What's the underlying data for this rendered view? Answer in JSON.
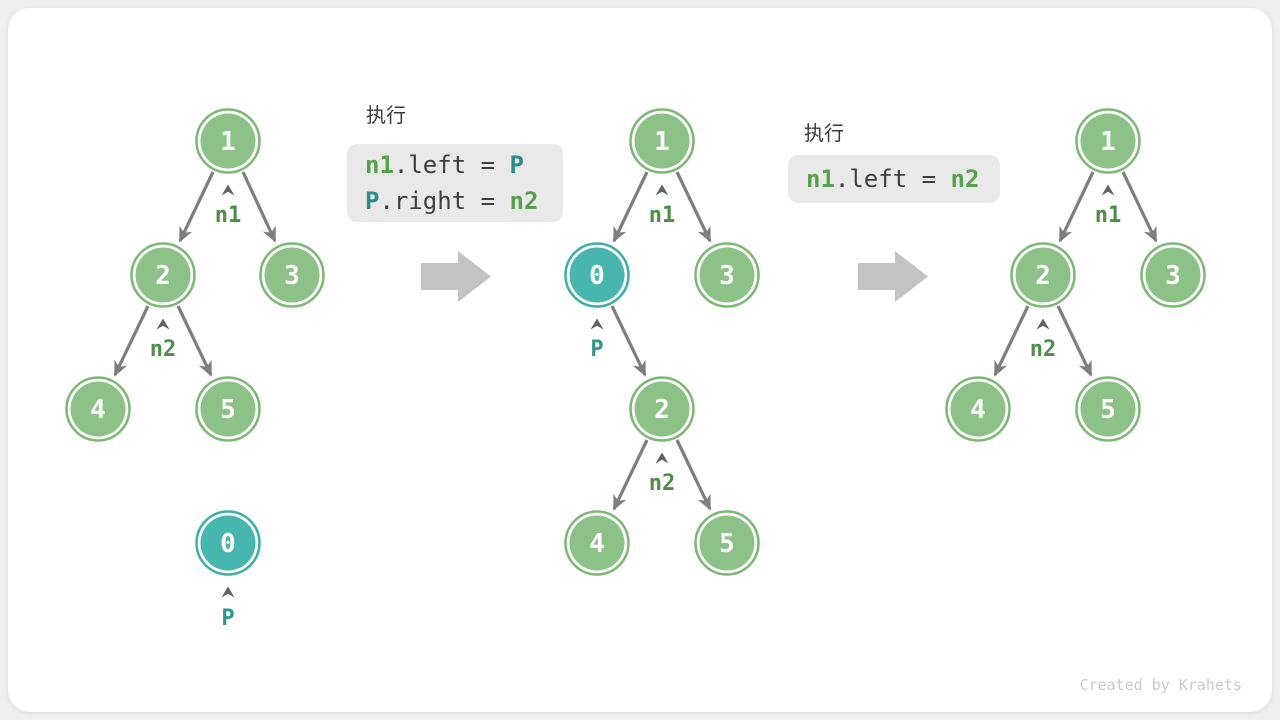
{
  "watermark": "Created by Krahets",
  "colors": {
    "node_green_fill": "#8cc287",
    "node_green_stroke": "#7cb874",
    "node_teal_fill": "#47b6af",
    "node_teal_stroke": "#3cafa8",
    "pointer_label_green": "#4e8f46",
    "pointer_label_teal": "#2f968f",
    "code_green": "#57a14e",
    "code_teal": "#2e8b8d",
    "edge_gray": "#7e7e7e",
    "big_arrow_gray": "#c3c3c3",
    "code_box_bg": "#e9e9e9"
  },
  "code_blocks": {
    "first": {
      "label": "执行",
      "line1": {
        "var1": "n1",
        "op": ".left = ",
        "var2": "P"
      },
      "line2": {
        "var1": "P",
        "op": ".right = ",
        "var2": "n2"
      }
    },
    "second": {
      "label": "执行",
      "line1": {
        "var1": "n1",
        "op": ".left = ",
        "var2": "n2"
      }
    }
  },
  "trees": {
    "left": {
      "node1": "1",
      "node2": "2",
      "node3": "3",
      "node4": "4",
      "node5": "5",
      "nodeP": "0",
      "pointer_n1": "n1",
      "pointer_n2": "n2",
      "pointer_p": "P"
    },
    "middle": {
      "node1": "1",
      "nodeP": "0",
      "node3": "3",
      "node2": "2",
      "node4": "4",
      "node5": "5",
      "pointer_n1": "n1",
      "pointer_p": "P",
      "pointer_n2": "n2"
    },
    "right": {
      "node1": "1",
      "node2": "2",
      "node3": "3",
      "node4": "4",
      "node5": "5",
      "pointer_n1": "n1",
      "pointer_n2": "n2"
    }
  }
}
